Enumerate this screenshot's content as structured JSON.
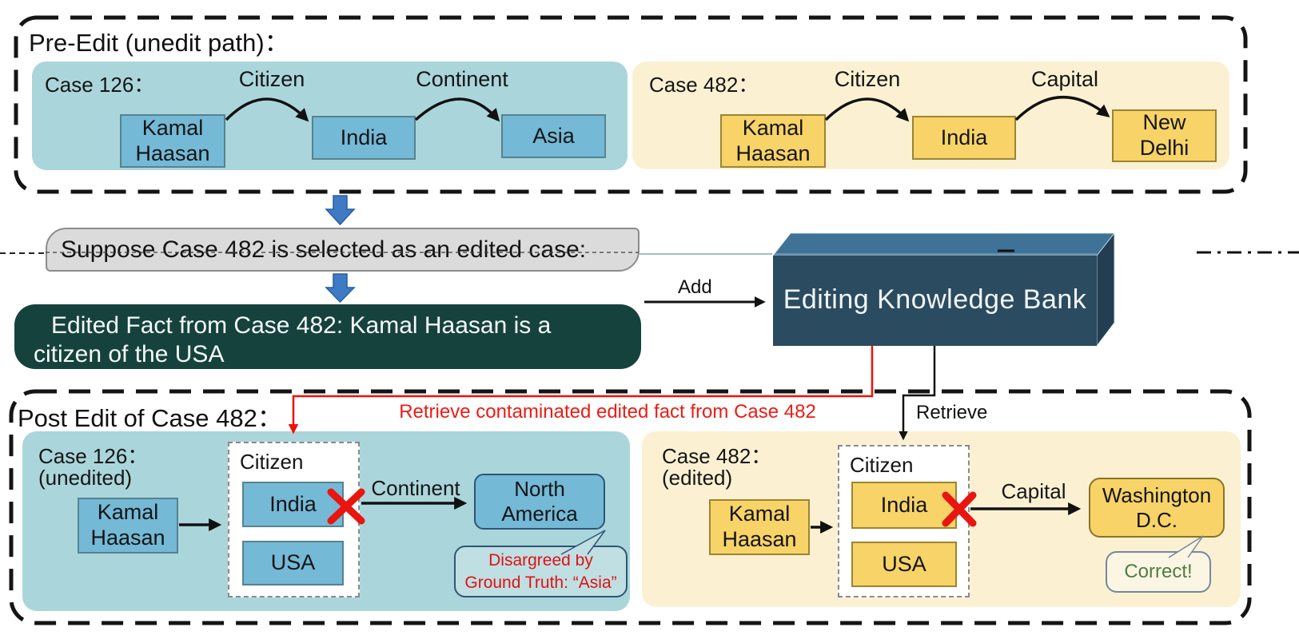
{
  "colors": {
    "case_blue_bg": "#AAD6DB",
    "case_yellow_bg": "#FBF1D2",
    "node_blue": "#74B9D6",
    "node_gold": "#F7D368",
    "edited_fact_bg": "#16423D",
    "bank_front": "#2B4B60",
    "bank_top": "#3E7296",
    "arrow_blue": "#3E7BC4",
    "alert_red": "#EC1C14",
    "success_green": "#4F7D44",
    "banner_gray": "#DBDBDB"
  },
  "pre_edit": {
    "title": "Pre-Edit (unedit path)：",
    "case126": {
      "label": "Case 126：",
      "subject": "Kamal Haasan",
      "relation1": "Citizen",
      "entity1": "India",
      "relation2": "Continent",
      "entity2": "Asia"
    },
    "case482": {
      "label": "Case 482：",
      "subject": "Kamal Haasan",
      "relation1": "Citizen",
      "entity1": "India",
      "relation2": "Capital",
      "entity2": "New Delhi"
    }
  },
  "selection": {
    "banner": "Suppose Case 482 is selected as an edited case:"
  },
  "edited_fact": {
    "line1": "Edited Fact from Case 482: Kamal Haasan is a",
    "line2": "citizen of the USA"
  },
  "bank": {
    "add_label": "Add",
    "title": "Editing Knowledge Bank"
  },
  "post_edit": {
    "title": "Post Edit of Case 482：",
    "contaminated_label": "Retrieve contaminated edited fact from Case 482",
    "retrieve_label": "Retrieve",
    "case126": {
      "label": "Case 126：",
      "status": "(unedited)",
      "subject": "Kamal Haasan",
      "slot_label": "Citizen",
      "option1": "India",
      "option2": "USA",
      "relation": "Continent",
      "result": "North America",
      "callout_line1": "Disargreed by",
      "callout_line2": "Ground Truth: “Asia”"
    },
    "case482": {
      "label": "Case 482：",
      "status": "(edited)",
      "subject": "Kamal Haasan",
      "slot_label": "Citizen",
      "option1": "India",
      "option2": "USA",
      "relation": "Capital",
      "result": "Washington D.C.",
      "callout": "Correct!"
    }
  }
}
